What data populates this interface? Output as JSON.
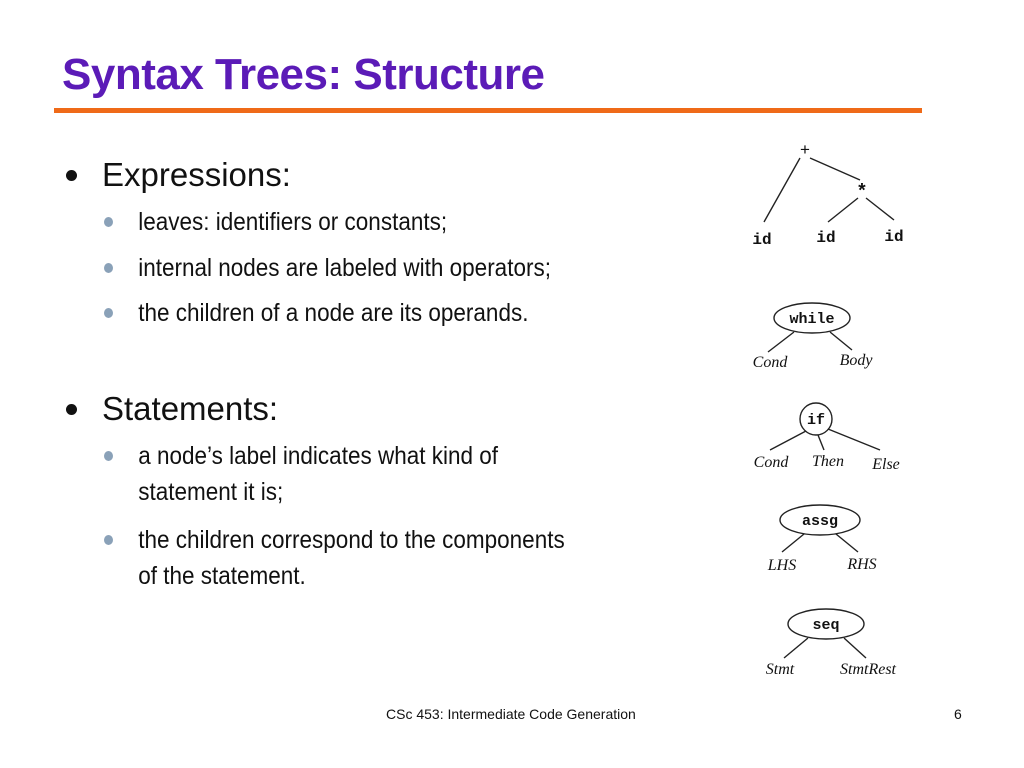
{
  "slide": {
    "title": "Syntax Trees: Structure",
    "sections": [
      {
        "heading": "Expressions:",
        "items": [
          "leaves: identifiers or constants;",
          "internal nodes are labeled with operators;",
          "the children of a node are its operands."
        ]
      },
      {
        "heading": "Statements:",
        "items": [
          "a node’s label indicates what kind of statement it is;",
          "the children correspond to the components of the statement."
        ]
      }
    ]
  },
  "diagrams": {
    "expr": {
      "root": "+",
      "op": "*",
      "leaf1": "id",
      "leaf2": "id",
      "leaf3": "id"
    },
    "while": {
      "label": "while",
      "left": "Cond",
      "right": "Body"
    },
    "if": {
      "label": "if",
      "left": "Cond",
      "middle": "Then",
      "right": "Else"
    },
    "assg": {
      "label": "assg",
      "left": "LHS",
      "right": "RHS"
    },
    "seq": {
      "label": "seq",
      "left": "Stmt",
      "right": "StmtRest"
    }
  },
  "footer": {
    "course": "CSc 453: Intermediate Code Generation",
    "page": "6"
  }
}
